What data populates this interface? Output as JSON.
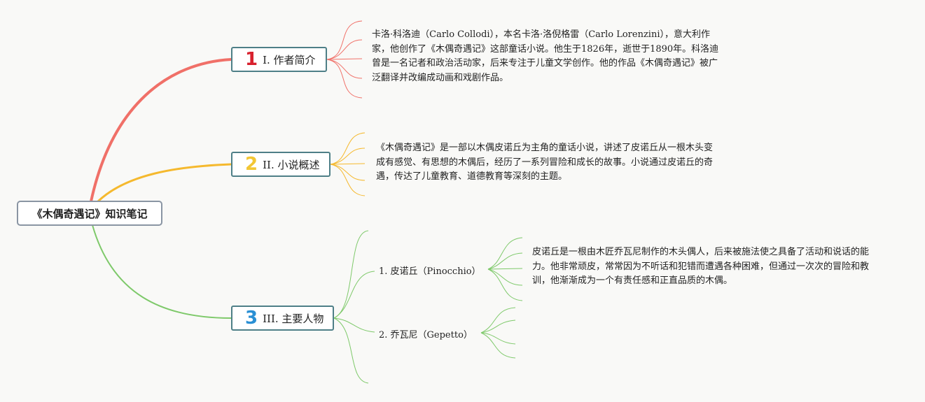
{
  "root": {
    "title": "《木偶奇遇记》知识笔记"
  },
  "branches": [
    {
      "number": "1",
      "label": "I. 作者简介",
      "color": "#f07068",
      "number_color": "#d8212e",
      "note": "卡洛·科洛迪（Carlo Collodi），本名卡洛·洛倪格雷（Carlo Lorenzini），意大利作家，他创作了《木偶奇遇记》这部童话小说。他生于1826年，逝世于1890年。科洛迪曾是一名记者和政治活动家，后来专注于儿童文学创作。他的作品《木偶奇遇记》被广泛翻译并改编成动画和戏剧作品。"
    },
    {
      "number": "2",
      "label": "II. 小说概述",
      "color": "#f5b92e",
      "number_color": "#f2c634",
      "note": "《木偶奇遇记》是一部以木偶皮诺丘为主角的童话小说，讲述了皮诺丘从一根木头变成有感觉、有思想的木偶后，经历了一系列冒险和成长的故事。小说通过皮诺丘的奇遇，传达了儿童教育、道德教育等深刻的主题。"
    },
    {
      "number": "3",
      "label": "III. 主要人物",
      "color": "#7ec96a",
      "number_color": "#2a8fd4",
      "children": [
        {
          "label": "1. 皮诺丘（Pinocchio）",
          "note": "皮诺丘是一根由木匠乔瓦尼制作的木头偶人，后来被施法使之具备了活动和说话的能力。他非常顽皮，常常因为不听话和犯错而遭遇各种困难，但通过一次次的冒险和教训，他渐渐成为一个有责任感和正直品质的木偶。"
        },
        {
          "label": "2. 乔瓦尼（Gepetto）"
        }
      ]
    }
  ]
}
